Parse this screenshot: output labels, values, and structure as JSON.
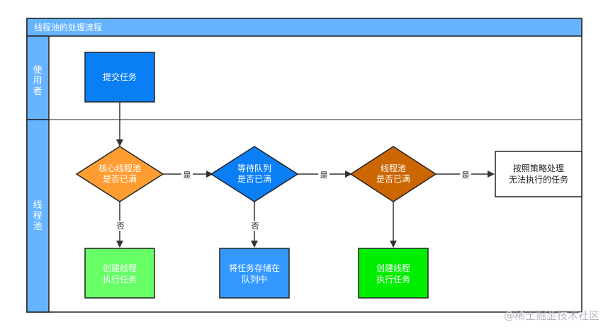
{
  "pool_title": "线程池的处理流程",
  "lanes": {
    "user": [
      "使",
      "用",
      "者"
    ],
    "pool": [
      "线",
      "程",
      "池"
    ]
  },
  "nodes": {
    "submit": [
      "提交任务"
    ],
    "core_full": [
      "核心线程池",
      "是否已满"
    ],
    "queue_full": [
      "等待队列",
      "是否已满"
    ],
    "pool_full": [
      "线程池",
      "是否已满"
    ],
    "reject": [
      "按照策略处理",
      "无法执行的任务"
    ],
    "create1": [
      "创建线程",
      "执行任务"
    ],
    "store": [
      "将任务存储在",
      "队列中"
    ],
    "create2": [
      "创建线程",
      "执行任务"
    ]
  },
  "edge_labels": {
    "yes": "是",
    "no": "否"
  },
  "colors": {
    "header": "#66b3ff",
    "submit": "#0a7ff5",
    "core_full": "#ff9d33",
    "queue_full": "#0a7ff5",
    "pool_full": "#cc6600",
    "create1": "#66ff66",
    "store": "#3399ff",
    "create2": "#00ee00"
  },
  "watermark": "@稀土掘金技术社区"
}
